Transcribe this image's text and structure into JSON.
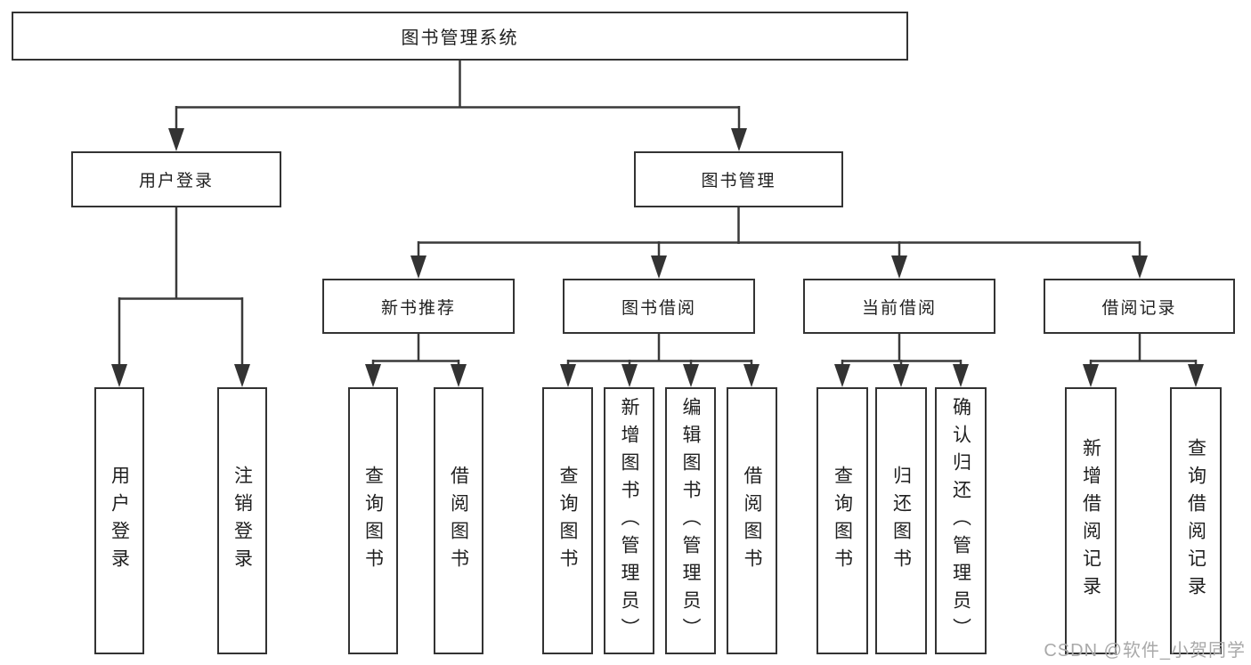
{
  "tree": {
    "root": {
      "label": "图书管理系统",
      "children": [
        {
          "label": "用户登录",
          "children": [
            {
              "label": "用户登录"
            },
            {
              "label": "注销登录"
            }
          ]
        },
        {
          "label": "图书管理",
          "children": [
            {
              "label": "新书推荐",
              "children": [
                {
                  "label": "查询图书"
                },
                {
                  "label": "借阅图书"
                }
              ]
            },
            {
              "label": "图书借阅",
              "children": [
                {
                  "label": "查询图书"
                },
                {
                  "label": "新增图书（管理员）"
                },
                {
                  "label": "编辑图书（管理员）"
                },
                {
                  "label": "借阅图书"
                }
              ]
            },
            {
              "label": "当前借阅",
              "children": [
                {
                  "label": "查询图书"
                },
                {
                  "label": "归还图书"
                },
                {
                  "label": "确认归还（管理员）"
                }
              ]
            },
            {
              "label": "借阅记录",
              "children": [
                {
                  "label": "新增借阅记录"
                },
                {
                  "label": "查询借阅记录"
                }
              ]
            }
          ]
        }
      ]
    }
  },
  "watermark": {
    "text": "CSDN @软件_小贺同学"
  },
  "colors": {
    "line": "#3a3a3a",
    "arrow": "#333333",
    "box_border": "#333333",
    "text": "#1f1f1f",
    "background": "#ffffff",
    "watermark": "#a9a9a9"
  }
}
